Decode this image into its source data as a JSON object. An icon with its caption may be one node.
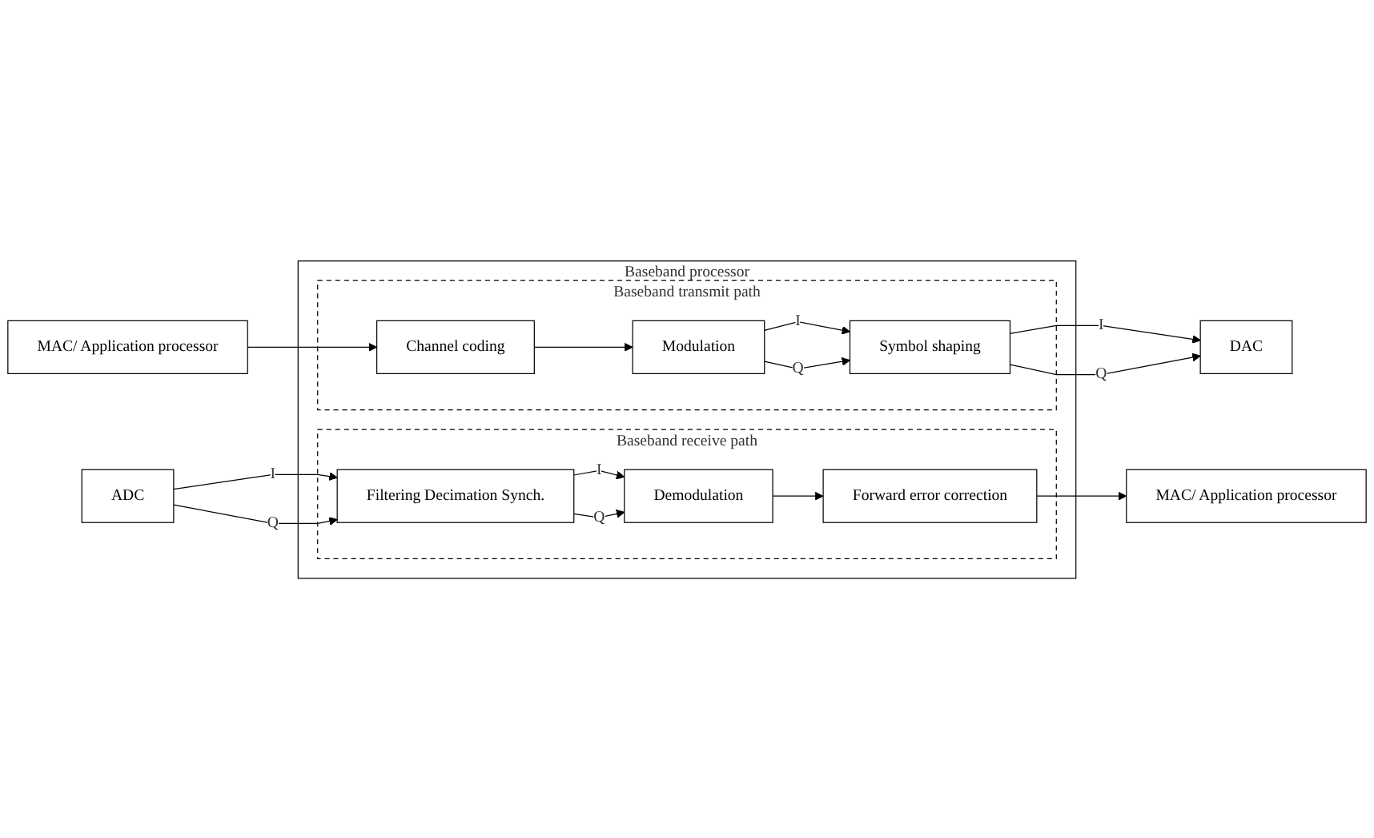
{
  "diagram": {
    "nodes": [
      {
        "text": [
          "Baseband processor"
        ]
      },
      {
        "text": [
          "Baseband transmit path"
        ],
        "in": 0
      },
      {
        "text": [
          "MAC/ Application processor"
        ]
      },
      {
        "text": [
          "Channel coding"
        ],
        "in": 1
      },
      {
        "text": [
          "Modulation"
        ],
        "in": 1
      },
      {
        "text": [
          "Symbol shaping"
        ],
        "in": 1
      },
      {
        "text": [
          "DAC"
        ]
      },
      {
        "text": [
          "Baseband receive path"
        ],
        "in": 0
      },
      {
        "text": [
          "ADC"
        ]
      },
      {
        "text": [
          "Filtering Decimation Synch."
        ],
        "in": 7
      },
      {
        "text": [
          "Demodulation"
        ],
        "in": 7
      },
      {
        "text": [
          "Forward error correction"
        ],
        "in": 7
      },
      {
        "text": [
          "MAC/ Application processor"
        ]
      }
    ],
    "edges": [
      {
        "from": 2,
        "to": 3,
        "arrow": "to"
      },
      {
        "from": 3,
        "to": 4,
        "arrow": "to"
      },
      {
        "from": 4,
        "to": 5,
        "arrow": "to",
        "label": "I"
      },
      {
        "from": 4,
        "to": 5,
        "arrow": "to",
        "label": "Q"
      },
      {
        "from": 5,
        "to": 6,
        "arrow": "to",
        "label": "I"
      },
      {
        "from": 5,
        "to": 6,
        "arrow": "to",
        "label": "Q"
      },
      {
        "from": 8,
        "to": 9,
        "arrow": "to",
        "label": "I"
      },
      {
        "from": 8,
        "to": 9,
        "arrow": "to",
        "label": "Q"
      },
      {
        "from": 9,
        "to": 10,
        "arrow": "to",
        "label": "I"
      },
      {
        "from": 9,
        "to": 10,
        "arrow": "to",
        "label": "Q"
      },
      {
        "from": 10,
        "to": 11,
        "arrow": "to"
      },
      {
        "from": 11,
        "to": 12,
        "arrow": "to"
      }
    ]
  }
}
